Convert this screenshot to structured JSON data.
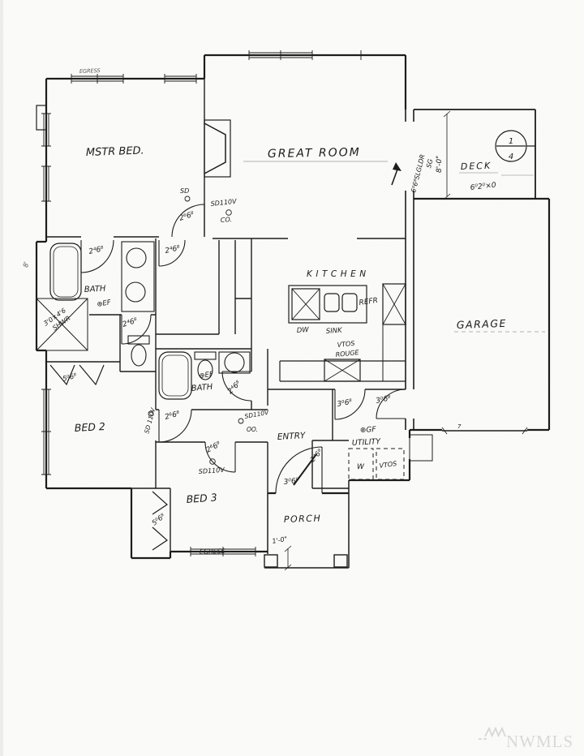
{
  "watermark": {
    "brand": "NWMLS"
  },
  "rooms": {
    "mstr_bed": "MSTR BED.",
    "great_room": "GREAT ROOM",
    "deck": "DECK",
    "garage": "GARAGE",
    "kitchen": "KITCHEN",
    "bath_master": "BATH",
    "bath_main": "BATH",
    "bed2": "BED 2",
    "bed3": "BED 3",
    "entry": "ENTRY",
    "utility": "UTILITY",
    "porch": "PORCH"
  },
  "kitchen": {
    "dw": "DW",
    "sink": "SINK",
    "refr": "REFR",
    "vent_line1": "VTOS",
    "vent_line2": "ROUGE"
  },
  "fixtures": {
    "shower_size": "3'0×4'6",
    "shower_label": "SHWR",
    "fan_master_bath": "⊕EF",
    "fan_main_bath": "⊕EF",
    "gfi_utility": "⊕GF",
    "washer": "W",
    "dryer_vent": "VTOS"
  },
  "doors": {
    "master": "2⁶6⁸",
    "bath_master": "2⁴6⁸",
    "wic": "2⁴6⁸",
    "wc": "2⁴6⁸",
    "bath_main": "2⁴6⁸",
    "bed2": "2⁶6⁸",
    "bed3": "2⁶6⁸",
    "closet_bed2": "5⁰6⁸",
    "closet_bed3": "5⁰6⁸",
    "closet_entry": "2⁴6⁸",
    "front": "3⁰6⁸",
    "utility_hall": "3⁰6⁸",
    "utility_garage": "3⁰6⁸",
    "slider_line1": "6⁰6⁸SLGLDR",
    "slider_line2": "SG"
  },
  "dims": {
    "deck_depth": "8'-0\"",
    "deck_size": "6⁰2⁰×0",
    "porch_offset": "1'-0\"",
    "left_wall": "8'",
    "garage_door": "7",
    "sheet_ref_num": "1",
    "sheet_ref_den": "4"
  },
  "notes": {
    "sd_master": "SD",
    "sd_great": "SD110V",
    "co_great": "CO.",
    "sd_hall": "SD110V",
    "co_hall": "OO.",
    "sd_bed2": "SD 110V",
    "sd_bed3": "SD110V",
    "egress_bed3": "EGRESS",
    "egress_master": "EGRESS"
  }
}
